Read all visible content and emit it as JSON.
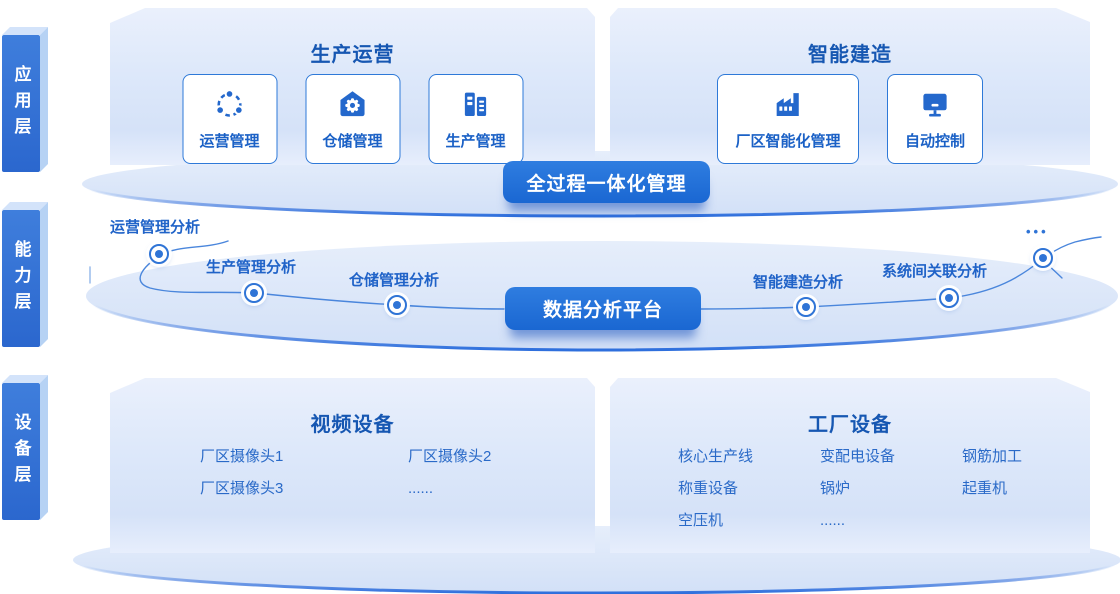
{
  "colors": {
    "accent_blue": "#2f74d6",
    "pill_blue": "#1f6ed6",
    "panel_fill": "#dde8fa",
    "title_text": "#1657b2",
    "item_text": "#2a6ac8"
  },
  "sidebar": {
    "tabs": [
      {
        "label": "应用层"
      },
      {
        "label": "能力层"
      },
      {
        "label": "设备层"
      }
    ]
  },
  "application": {
    "groups": [
      {
        "title": "生产运营",
        "cards": [
          {
            "label": "运营管理",
            "icon": "network-icon"
          },
          {
            "label": "仓储管理",
            "icon": "warehouse-gear-icon"
          },
          {
            "label": "生产管理",
            "icon": "buildings-icon"
          }
        ]
      },
      {
        "title": "智能建造",
        "cards": [
          {
            "label": "厂区智能化管理",
            "icon": "factory-icon"
          },
          {
            "label": "自动控制",
            "icon": "monitor-icon"
          }
        ]
      }
    ],
    "banner": "全过程一体化管理"
  },
  "capability": {
    "platform": "数据分析平台",
    "nodes": [
      {
        "label": "运营管理分析"
      },
      {
        "label": "生产管理分析"
      },
      {
        "label": "仓储管理分析"
      },
      {
        "label": "智能建造分析"
      },
      {
        "label": "系统间关联分析"
      }
    ],
    "more": "•••"
  },
  "device": {
    "groups": [
      {
        "title": "视频设备",
        "items": [
          "厂区摄像头1",
          "厂区摄像头2",
          "厂区摄像头3",
          "......"
        ]
      },
      {
        "title": "工厂设备",
        "items": [
          "核心生产线",
          "变配电设备",
          "钢筋加工",
          "称重设备",
          "锅炉",
          "起重机",
          "空压机",
          "......"
        ]
      }
    ]
  }
}
